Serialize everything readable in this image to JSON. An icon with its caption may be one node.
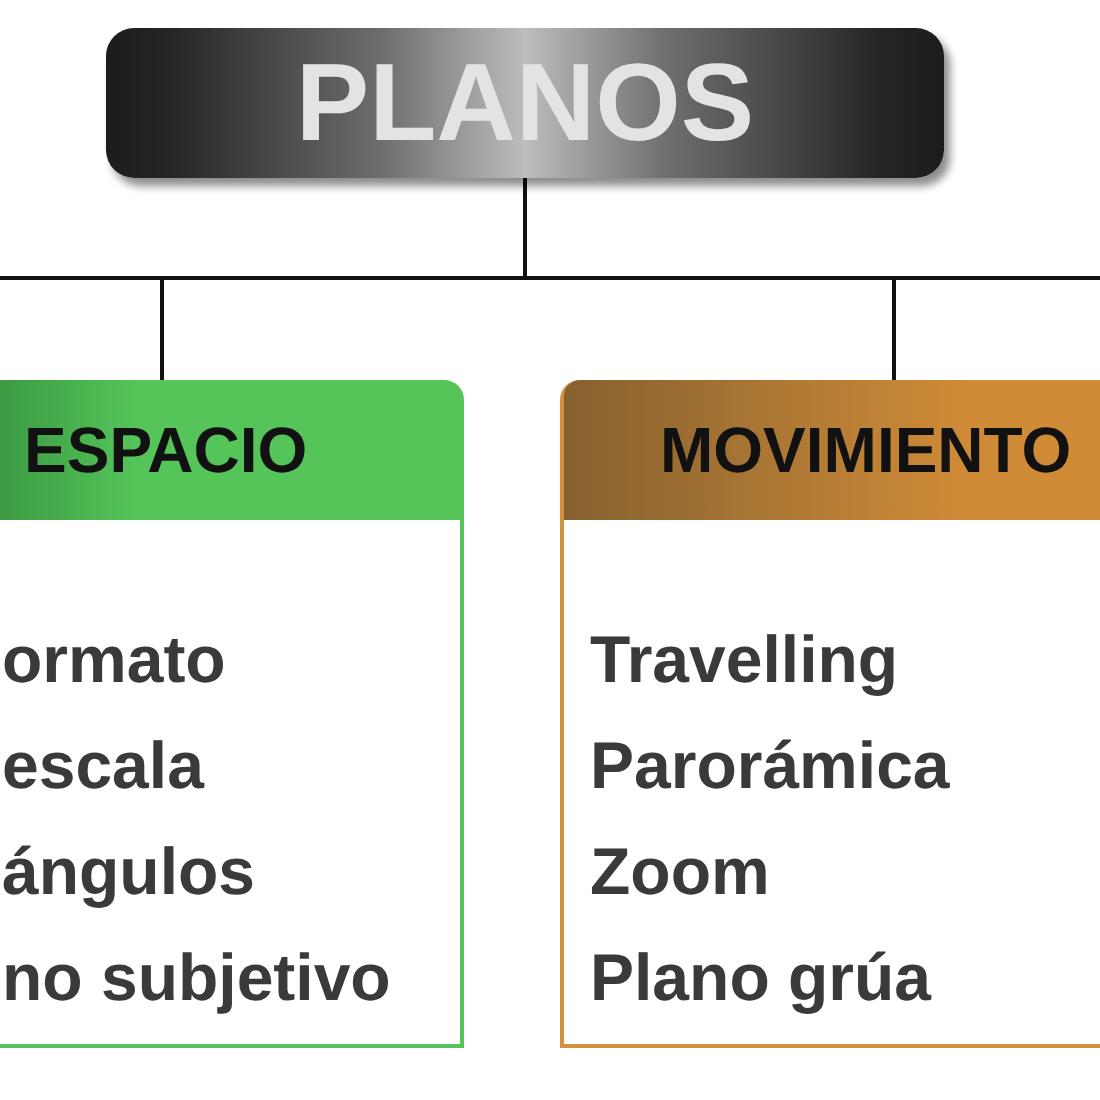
{
  "diagram": {
    "nodes": [
      {
        "text": [
          "PLANOS"
        ]
      },
      {
        "text": [
          "ESPACIO",
          "ormato",
          "escala",
          "ángulos",
          "no subjetivo"
        ]
      },
      {
        "text": [
          "MOVIMIENTO",
          "Travelling",
          "Parorámica",
          "Zoom",
          "Plano grúa"
        ]
      }
    ],
    "edges": [
      {
        "from": 0,
        "to": 1,
        "arrow": "none"
      },
      {
        "from": 0,
        "to": 2,
        "arrow": "none"
      },
      {
        "from": 0,
        "to": null,
        "arrow": "none"
      },
      {
        "from": 0,
        "to": null,
        "arrow": "none"
      }
    ]
  }
}
